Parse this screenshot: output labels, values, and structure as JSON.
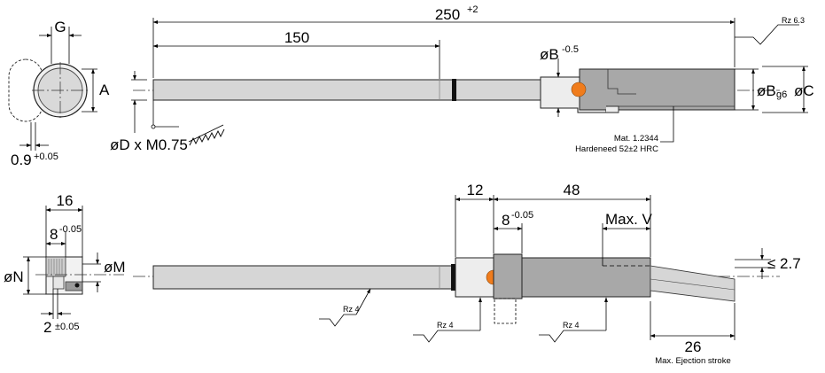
{
  "top_view": {
    "dim_overall": "250",
    "dim_overall_tol": "+2",
    "dim_150": "150",
    "dim_G": "G",
    "dim_A": "A",
    "dim_09": "0.9",
    "dim_09_tol": "+0.05",
    "dim_B_label": "øB",
    "dim_B_tol": "-0.5",
    "dim_Bg6": "øB",
    "dim_Bg6_sub": "g6",
    "dim_C": "øC",
    "dim_D": "øD x M0.75",
    "rz_top": "Rz 6.3",
    "mat_line1": "Mat. 1.2344",
    "mat_line2": "Hardeneed 52±2 HRC"
  },
  "bottom_view": {
    "dim_16": "16",
    "dim_8a": "8",
    "dim_8a_tol": "-0.05",
    "dim_M": "øM",
    "dim_N": "øN",
    "dim_2": "2",
    "dim_2_tol": "±0.05",
    "dim_12": "12",
    "dim_48": "48",
    "dim_8b": "8",
    "dim_8b_tol": "-0.05",
    "dim_maxV": "Max. V",
    "dim_27": "≤ 2.7",
    "dim_26": "26",
    "ejection_label": "Max. Ejection stroke",
    "rz_1": "Rz 4",
    "rz_2": "Rz 4",
    "rz_3": "Rz 4"
  },
  "colors": {
    "pin": "#d6d6d6",
    "body": "#a8a8a8",
    "collar": "#ededed",
    "marker": "#f07c1c"
  }
}
